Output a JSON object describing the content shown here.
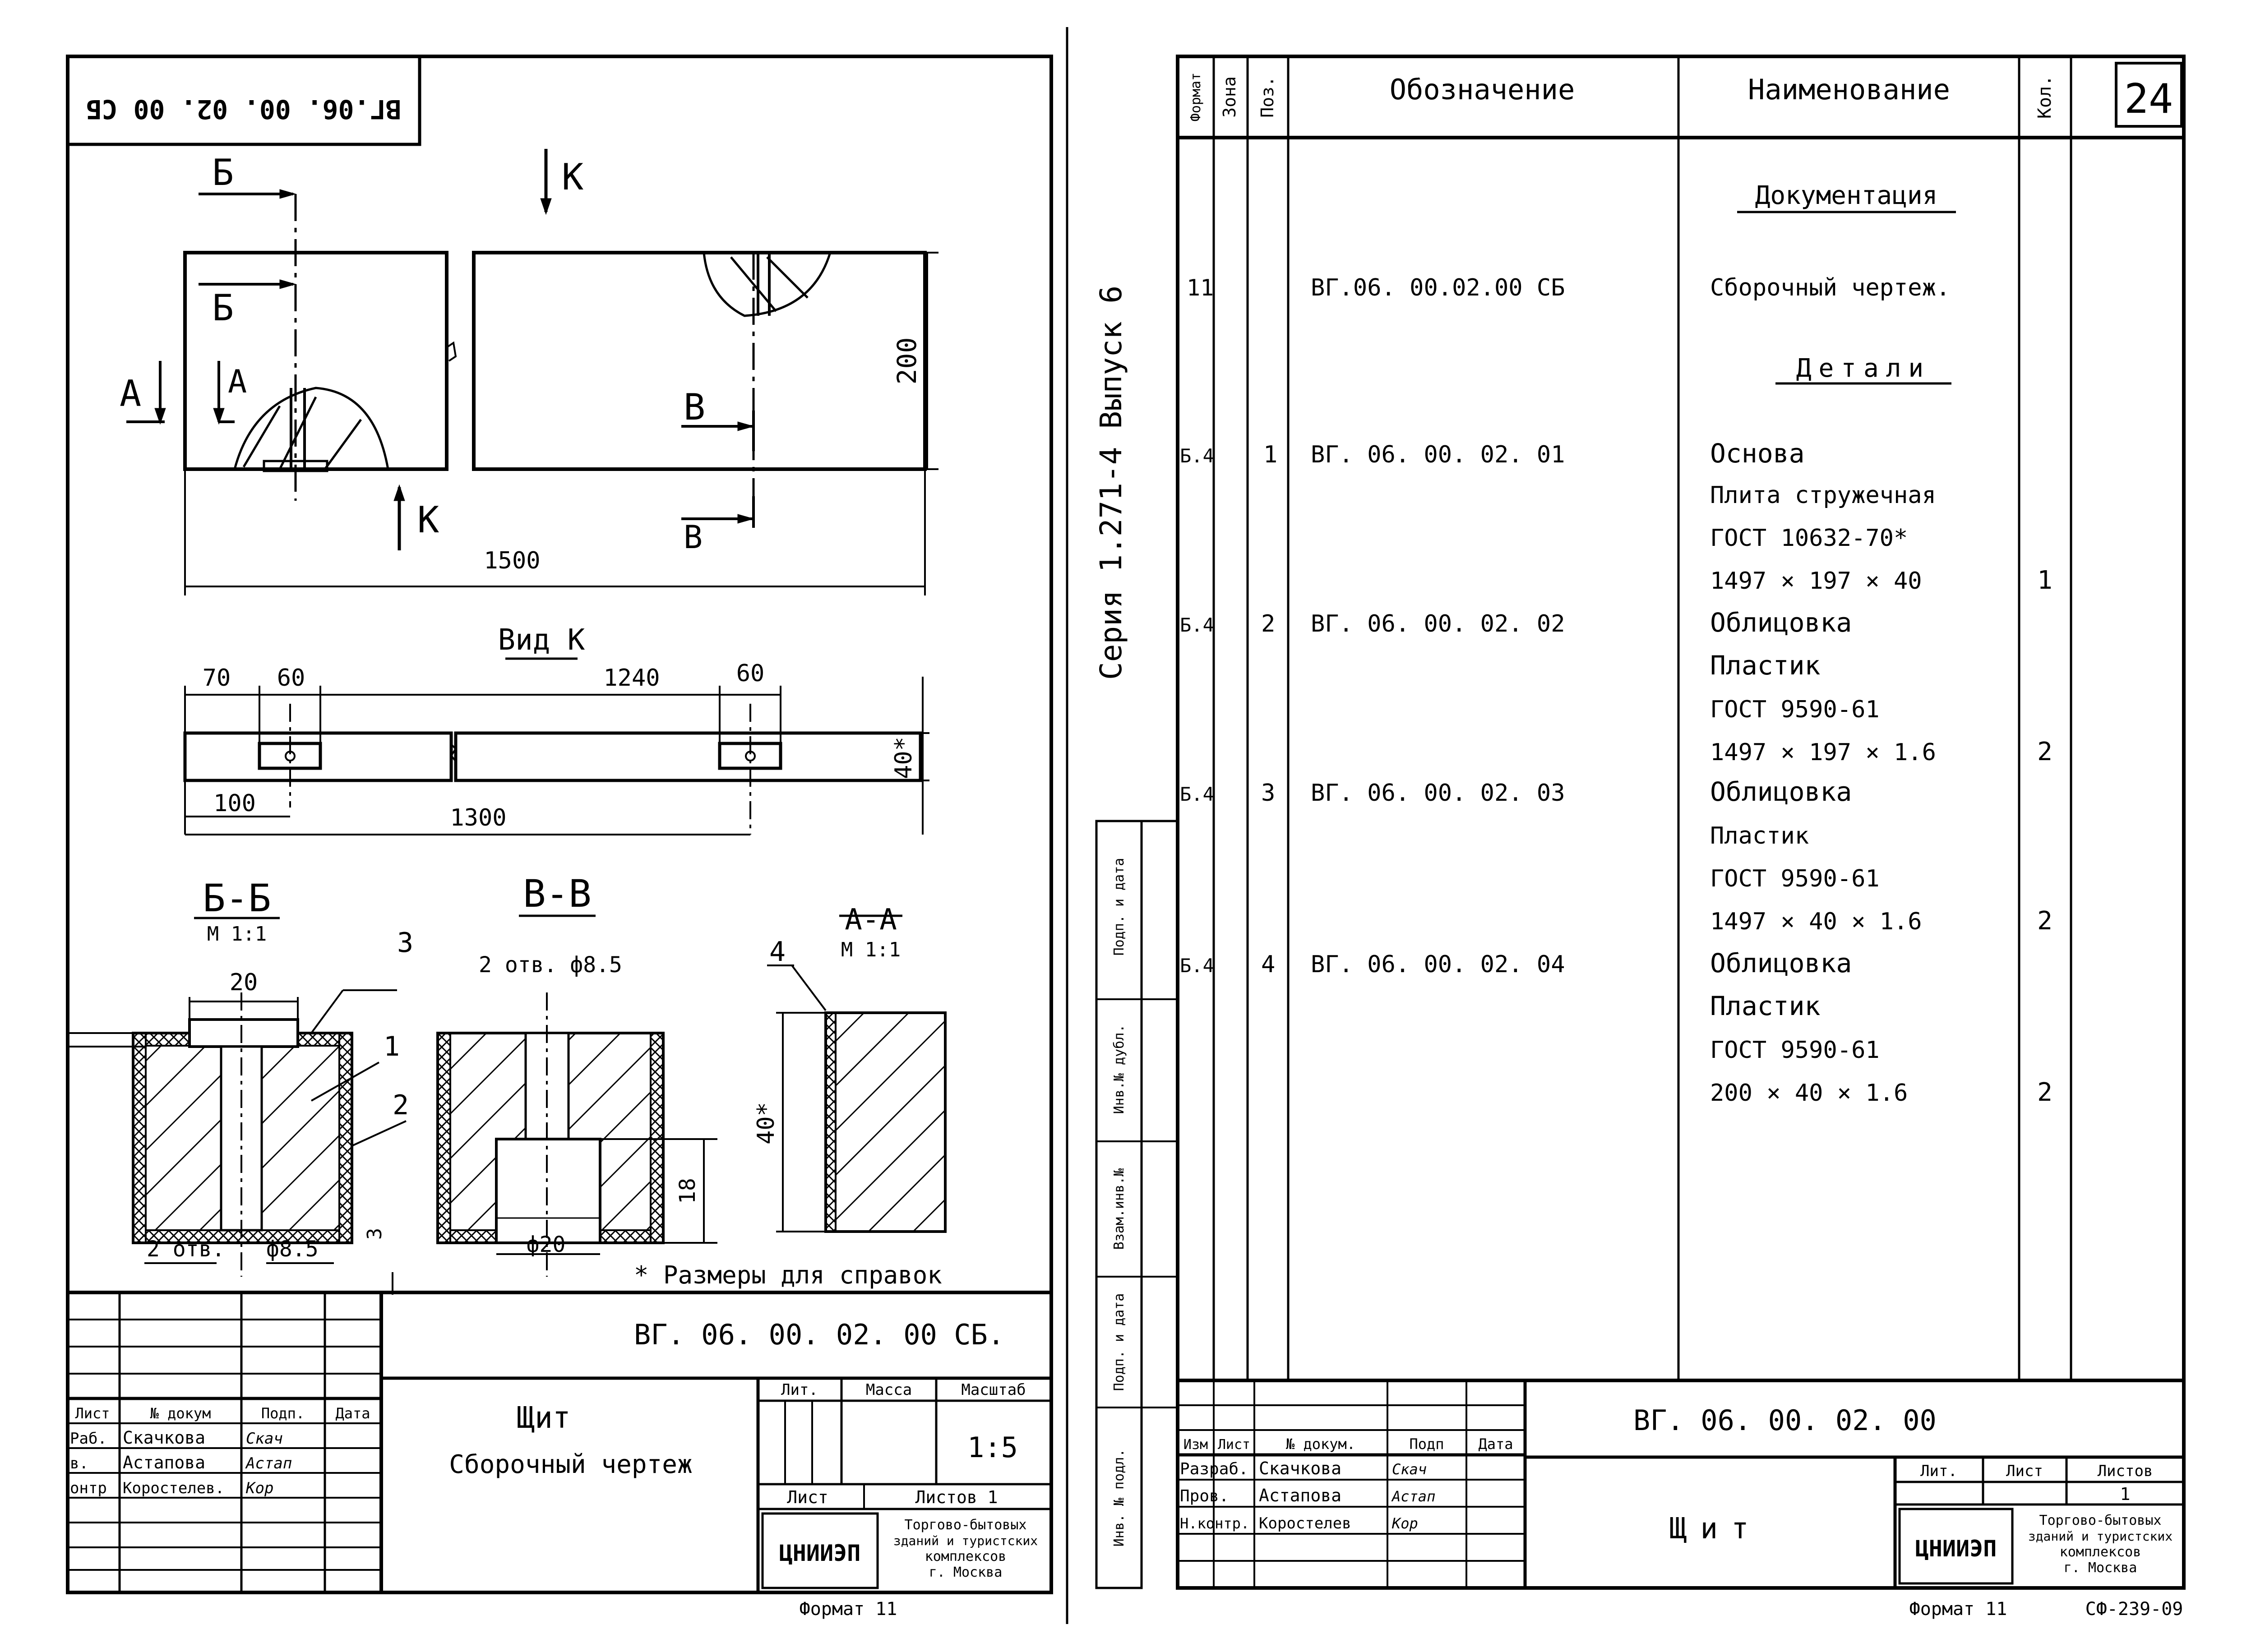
{
  "left": {
    "stamp_code": "ВГ.06. 00. 02. 00 СБ",
    "labels": {
      "B": "Б",
      "K": "К",
      "A": "А",
      "V": "В",
      "dim_200": "200",
      "dim_1500": "1500"
    },
    "view_k": {
      "title": "Вид К",
      "d70": "70",
      "d60a": "60",
      "d1240": "1240",
      "d60b": "60",
      "d40": "40*",
      "d100": "100",
      "d1300": "1300"
    },
    "sections": {
      "bb_title": "Б-Б",
      "bb_scale": "М 1:1",
      "vv_title": "В-В",
      "aa_title": "А-А",
      "aa_scale": "М 1:1",
      "d20": "20",
      "n3": "3",
      "n1": "1",
      "n2": "2",
      "n4": "4",
      "holes_a": "2 отв.",
      "phi85": "ф8.5",
      "holes_b": "2 отв. ф8.5",
      "d18": "18",
      "d3": "3",
      "phi20": "ф20",
      "d40s": "40*",
      "note": "* Размеры для справок"
    },
    "title_block": {
      "code": "ВГ. 06. 00. 02. 00 СБ.",
      "name": "Щит",
      "doc_type": "Сборочный чертеж",
      "col_lit": "Лит.",
      "col_mass": "Масса",
      "col_scale": "Масштаб",
      "scale": "1:5",
      "sheet": "Лист",
      "sheets": "Листов 1",
      "hdr_list": "Лист",
      "hdr_doc": "№ докум",
      "hdr_sign": "Подп.",
      "hdr_date": "Дата",
      "rows": [
        {
          "role": "Раб.",
          "name": "Скачкова",
          "sign": "Скач"
        },
        {
          "role": "в.",
          "name": "Астапова",
          "sign": "Астап"
        },
        {
          "role": "онтр",
          "name": "Коростелев.",
          "sign": "Кор"
        }
      ],
      "org_logo": "ЦНИИЭП",
      "org": [
        "Торгово-бытовых",
        "зданий и туристских",
        "комплексов",
        "г. Москва"
      ],
      "format": "Формат 11"
    }
  },
  "right": {
    "series": "Серия 1.271-4 Выпуск 6",
    "page_number": "24",
    "headers": {
      "format": "Формат",
      "zone": "Зона",
      "pos": "Поз.",
      "designation": "Обозначение",
      "name": "Наименование",
      "qty": "Кол."
    },
    "section_docs": "Документация",
    "section_parts": "Детали",
    "rows": [
      {
        "fmt": "11",
        "pos": "",
        "des": "ВГ.06. 00.02.00 СБ",
        "name": "Сборочный чертеж.",
        "qty": ""
      },
      {
        "fmt": "Б.4",
        "pos": "1",
        "des": "ВГ. 06. 00. 02. 01",
        "name": "Основа",
        "qty": ""
      },
      {
        "fmt": "",
        "pos": "",
        "des": "",
        "name": "Плита стружечная",
        "qty": ""
      },
      {
        "fmt": "",
        "pos": "",
        "des": "",
        "name": "ГОСТ 10632-70*",
        "qty": ""
      },
      {
        "fmt": "",
        "pos": "",
        "des": "",
        "name": "1497 × 197 × 40",
        "qty": "1"
      },
      {
        "fmt": "Б.4",
        "pos": "2",
        "des": "ВГ. 06. 00. 02. 02",
        "name": "Облицовка",
        "qty": ""
      },
      {
        "fmt": "",
        "pos": "",
        "des": "",
        "name": "Пластик",
        "qty": ""
      },
      {
        "fmt": "",
        "pos": "",
        "des": "",
        "name": "ГОСТ 9590-61",
        "qty": ""
      },
      {
        "fmt": "",
        "pos": "",
        "des": "",
        "name": "1497 × 197 × 1.6",
        "qty": "2"
      },
      {
        "fmt": "Б.4",
        "pos": "3",
        "des": "ВГ. 06. 00. 02. 03",
        "name": "Облицовка",
        "qty": ""
      },
      {
        "fmt": "",
        "pos": "",
        "des": "",
        "name": "Пластик",
        "qty": ""
      },
      {
        "fmt": "",
        "pos": "",
        "des": "",
        "name": "ГОСТ 9590-61",
        "qty": ""
      },
      {
        "fmt": "",
        "pos": "",
        "des": "",
        "name": "1497 × 40 × 1.6",
        "qty": "2"
      },
      {
        "fmt": "Б.4",
        "pos": "4",
        "des": "ВГ. 06. 00. 02. 04",
        "name": "Облицовка",
        "qty": ""
      },
      {
        "fmt": "",
        "pos": "",
        "des": "",
        "name": "Пластик",
        "qty": ""
      },
      {
        "fmt": "",
        "pos": "",
        "des": "",
        "name": "ГОСТ 9590-61",
        "qty": ""
      },
      {
        "fmt": "",
        "pos": "",
        "des": "",
        "name": "200 × 40 × 1.6",
        "qty": "2"
      }
    ],
    "side_labels": [
      "Подп. и дата",
      "Инв.№ дубл.",
      "Взам.инв.№",
      "Подп. и дата",
      "Инв. № подл."
    ],
    "title_block": {
      "code": "ВГ. 06. 00. 02. 00",
      "name": "Щит",
      "hdr_izm": "Изм",
      "hdr_list": "Лист",
      "hdr_doc": "№ докум.",
      "hdr_sign": "Подп",
      "hdr_date": "Дата",
      "rows": [
        {
          "role": "Разраб.",
          "name": "Скачкова",
          "sign": "Скач"
        },
        {
          "role": "Пров.",
          "name": "Астапова",
          "sign": "Астап"
        },
        {
          "role": "Н.контр.",
          "name": "Коростелев",
          "sign": "Кор"
        }
      ],
      "col_lit": "Лит.",
      "col_sheet": "Лист",
      "col_sheets": "Листов",
      "sheets_count": "1",
      "org_logo": "ЦНИИЭП",
      "org": [
        "Торгово-бытовых",
        "зданий и туристских",
        "комплексов",
        "г. Москва"
      ],
      "format": "Формат 11",
      "ref": "СФ-239-09"
    }
  }
}
